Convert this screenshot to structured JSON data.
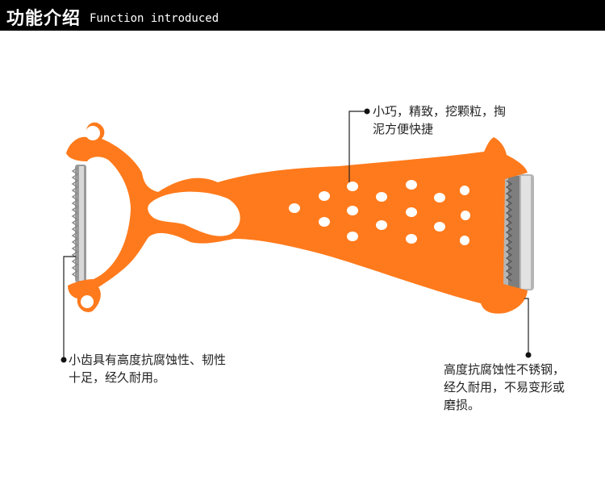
{
  "header": {
    "title_cn": "功能介绍",
    "title_en": "Function introduced"
  },
  "colors": {
    "peeler_body": "#ff7a1c",
    "header_bg": "#000000",
    "blade": "#a9a9a9"
  },
  "callouts": {
    "top": {
      "line1": "小巧，精致，挖颗粒，掏",
      "line2": "泥方便快捷"
    },
    "left": {
      "line1": "小齿具有高度抗腐蚀性、韧性",
      "line2": "十足，经久耐用。"
    },
    "right": {
      "line1": "高度抗腐蚀性不锈钢，",
      "line2": "经久耐用，不易变形或",
      "line3": "磨损。"
    }
  }
}
